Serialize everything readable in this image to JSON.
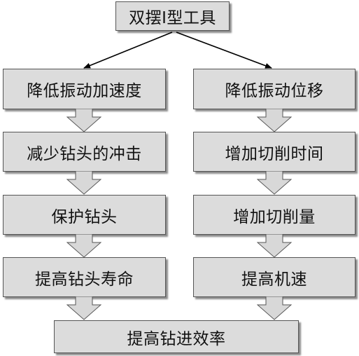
{
  "diagram": {
    "root": "双摆I型工具",
    "left_branch": [
      "降低振动加速度",
      "减少钻头的冲击",
      "保护钻头",
      "提高钻头寿命"
    ],
    "right_branch": [
      "降低振动位移",
      "增加切削时间",
      "增加切削量",
      "提高机速"
    ],
    "result": "提高钻进效率"
  },
  "colors": {
    "box_fill": "#dcdcdc",
    "border": "#555555",
    "arrow_fill": "#d8d8d8"
  }
}
